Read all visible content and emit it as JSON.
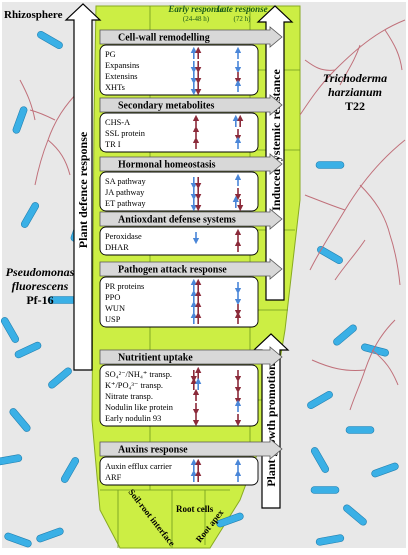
{
  "labels": {
    "rhizosphere": "Rhizosphere",
    "early_response": "Early response",
    "early_time": "(24-48 h)",
    "late_response": "Late response",
    "late_time": "(72 h)",
    "plant_defence": "Plant defence response",
    "induced_resistance": "Induced systemic resistance",
    "growth_promotion": "Plant growth promotion",
    "trichoderma_1": "Trichoderma",
    "trichoderma_2": "harzianum",
    "trichoderma_3": "T22",
    "pseudomonas_1": "Pseudomonas",
    "pseudomonas_2": "fluorescens",
    "pseudomonas_3": "Pf-16",
    "soil_root": "Soil-root interface",
    "root_cells": "Root cells",
    "root_apex": "Root apex"
  },
  "sections": [
    {
      "title": "Cell-wall remodelling",
      "items": [
        "PG",
        "Expansins",
        "Extensins",
        "XHTs"
      ]
    },
    {
      "title": "Secondary metabolites",
      "items": [
        "CHS-A",
        "SSL protein",
        "TR I"
      ]
    },
    {
      "title": "Hormonal homeostasis",
      "items": [
        "SA pathway",
        "JA pathway",
        "ET pathway"
      ]
    },
    {
      "title": "Antioxdant defense systems",
      "items": [
        "Peroxidase",
        "DHAR"
      ]
    },
    {
      "title": "Pathogen attack response",
      "items": [
        "PR proteins",
        "PPO",
        "WUN",
        "USP"
      ]
    },
    {
      "title": "Nutritient uptake",
      "items": [
        "SO₄²⁻/NH₄⁺ transp.",
        "K⁺/PO₄³⁻ transp.",
        "Nitrate transp.",
        "Nodulin like protein",
        "Early nodulin 93"
      ]
    },
    {
      "title": "Auxins response",
      "items": [
        "Auxin efflux carrier",
        "ARF"
      ]
    }
  ],
  "colors": {
    "root_fill": "#ccee44",
    "bacteria": "#3ab0e6",
    "hyphae": "#c0707a",
    "arrow_blue": "#4a86d8",
    "arrow_red": "#8b2a3a",
    "banner": "#d8d8d8"
  }
}
